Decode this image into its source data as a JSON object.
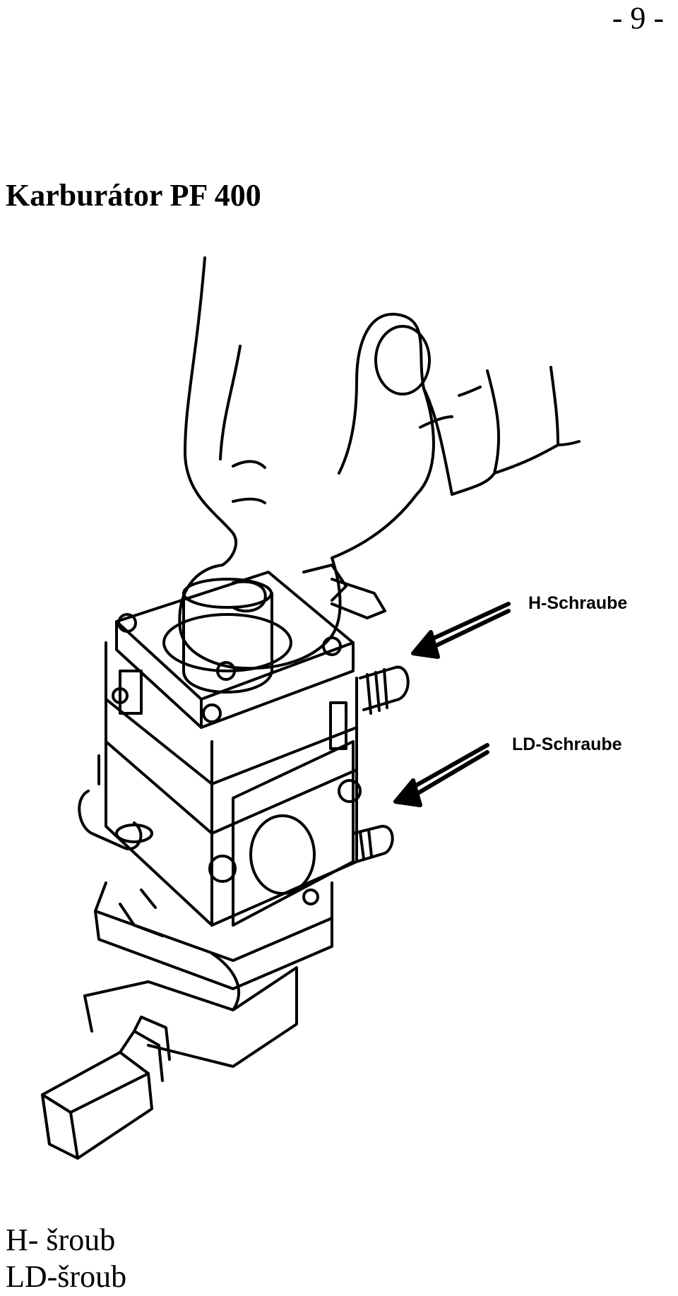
{
  "page_number": "- 9 -",
  "title": "Karburátor PF 400",
  "figure": {
    "callouts": [
      {
        "label": "H-Schraube"
      },
      {
        "label": "LD-Schraube"
      }
    ]
  },
  "legend": [
    {
      "text": "H- šroub"
    },
    {
      "text": "LD-šroub"
    }
  ]
}
